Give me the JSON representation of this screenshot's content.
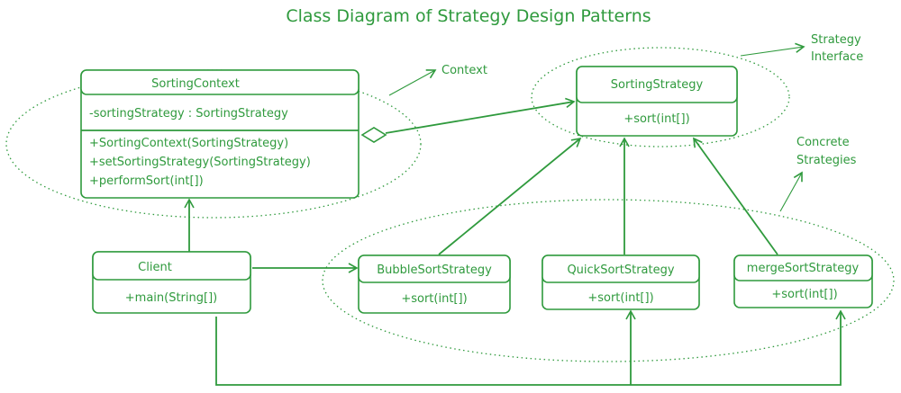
{
  "title": "Class Diagram of Strategy Design Patterns",
  "colors": {
    "ink": "#2f9a3d",
    "background": "#ffffff"
  },
  "annotations": {
    "context": "Context",
    "strategy_interface_line1": "Strategy",
    "strategy_interface_line2": "Interface",
    "concrete_line1": "Concrete",
    "concrete_line2": "Strategies"
  },
  "classes": {
    "sorting_context": {
      "name": "SortingContext",
      "attributes": [
        "-sortingStrategy : SortingStrategy"
      ],
      "methods": [
        "+SortingContext(SortingStrategy)",
        "+setSortingStrategy(SortingStrategy)",
        "+performSort(int[])"
      ]
    },
    "sorting_strategy": {
      "name": "SortingStrategy",
      "methods": [
        "+sort(int[])"
      ]
    },
    "client": {
      "name": "Client",
      "methods": [
        "+main(String[])"
      ]
    },
    "bubble": {
      "name": "BubbleSortStrategy",
      "methods": [
        "+sort(int[])"
      ]
    },
    "quick": {
      "name": "QuickSortStrategy",
      "methods": [
        "+sort(int[])"
      ]
    },
    "merge": {
      "name": "mergeSortStrategy",
      "methods": [
        "+sort(int[])"
      ]
    }
  }
}
